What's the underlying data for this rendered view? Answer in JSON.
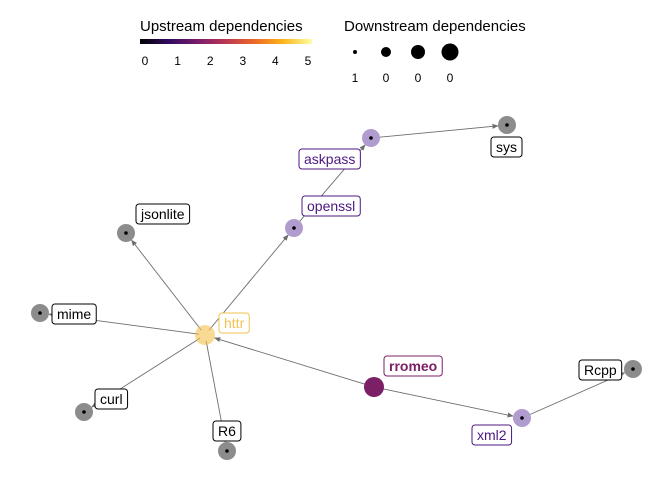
{
  "legend": {
    "upstream": {
      "title": "Upstream dependencies",
      "ticks": [
        "0",
        "1",
        "2",
        "3",
        "4",
        "5"
      ],
      "gradient": [
        "#000004",
        "#320a5e",
        "#781c6d",
        "#bb3754",
        "#ed6925",
        "#fbb61a",
        "#fcffa4"
      ]
    },
    "downstream": {
      "title": "Downstream dependencies",
      "ticks": [
        "1",
        "0",
        "0",
        "0"
      ]
    }
  },
  "colors": {
    "leaf": "#8c8c8c",
    "mid": "#b19cd0",
    "rromeo": "#7b1f66",
    "httr": "#f3c24f",
    "label_mid": "#4b1780",
    "label_rromeo": "#7b1f66",
    "label_httr": "#f3c24f",
    "edge": "#6e6e6e"
  },
  "nodes": [
    {
      "id": "httr",
      "label": "httr",
      "type": "hub"
    },
    {
      "id": "rromeo",
      "label": "rromeo",
      "type": "root"
    },
    {
      "id": "openssl",
      "label": "openssl",
      "type": "mid"
    },
    {
      "id": "askpass",
      "label": "askpass",
      "type": "mid"
    },
    {
      "id": "xml2",
      "label": "xml2",
      "type": "mid"
    },
    {
      "id": "sys",
      "label": "sys",
      "type": "leaf"
    },
    {
      "id": "jsonlite",
      "label": "jsonlite",
      "type": "leaf"
    },
    {
      "id": "mime",
      "label": "mime",
      "type": "leaf"
    },
    {
      "id": "curl",
      "label": "curl",
      "type": "leaf"
    },
    {
      "id": "R6",
      "label": "R6",
      "type": "leaf"
    },
    {
      "id": "Rcpp",
      "label": "Rcpp",
      "type": "leaf"
    }
  ],
  "edges": [
    {
      "from": "rromeo",
      "to": "httr"
    },
    {
      "from": "rromeo",
      "to": "xml2"
    },
    {
      "from": "httr",
      "to": "openssl"
    },
    {
      "from": "openssl",
      "to": "askpass"
    },
    {
      "from": "askpass",
      "to": "sys"
    },
    {
      "from": "httr",
      "to": "jsonlite"
    },
    {
      "from": "httr",
      "to": "mime"
    },
    {
      "from": "httr",
      "to": "curl"
    },
    {
      "from": "httr",
      "to": "R6"
    },
    {
      "from": "xml2",
      "to": "Rcpp"
    }
  ]
}
